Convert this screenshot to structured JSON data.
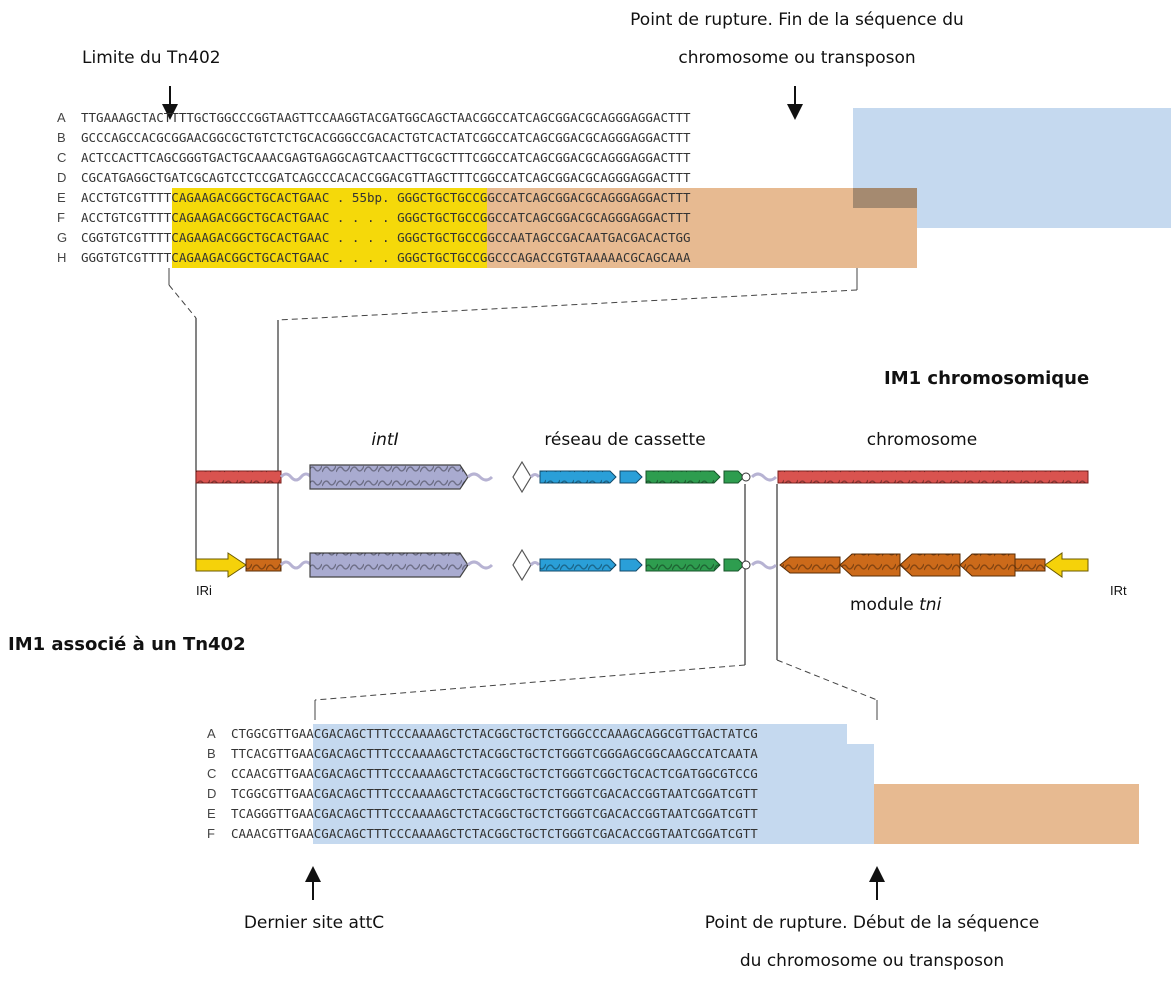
{
  "top_labels": {
    "tn402_limit": "Limite du Tn402",
    "breakpoint_end_line1": "Point de rupture. Fin de la séquence du",
    "breakpoint_end_line2": "chromosome ou transposon"
  },
  "top_alignment": {
    "rows": [
      {
        "label": "A",
        "seq": "TTGAAAGCTACTTTTGCTGGCCCGGTAAGTTCCAAGGTACGATGGCAGCTAACGGCCATCAGCGGACGCAGGGAGGACTTT"
      },
      {
        "label": "B",
        "seq": "GCCCAGCCACGCGGAACGGCGCTGTCTCTGCACGGGCCGACACTGTCACTATCGGCCATCAGCGGACGCAGGGAGGACTTT"
      },
      {
        "label": "C",
        "seq": "ACTCCACTTCAGCGGGTGACTGCAAACGAGTGAGGCAGTCAACTTGCGCTTTCGGCCATCAGCGGACGCAGGGAGGACTTT"
      },
      {
        "label": "D",
        "seq": "CGCATGAGGCTGATCGCAGTCCTCCGATCAGCCCACACCGGACGTTAGCTTTCGGCCATCAGCGGACGCAGGGAGGACTTT"
      },
      {
        "label": "E",
        "seq": "ACCTGTCGTTTTCAGAAGACGGCTGCACTGAAC . 55bp. GGGCTGCTGCCGGCCATCAGCGGACGCAGGGAGGACTTT"
      },
      {
        "label": "F",
        "seq": "ACCTGTCGTTTTCAGAAGACGGCTGCACTGAAC . . . . GGGCTGCTGCCGGCCATCAGCGGACGCAGGGAGGACTTT"
      },
      {
        "label": "G",
        "seq": "CGGTGTCGTTTTCAGAAGACGGCTGCACTGAAC . . . . GGGCTGCTGCCGGCCAATAGCCGACAATGACGACACTGG"
      },
      {
        "label": "H",
        "seq": "GGGTGTCGTTTTCAGAAGACGGCTGCACTGAAC . . . . GGGCTGCTGCCGGCCCAGACCGTGTAAAAACGCAGCAAA"
      }
    ]
  },
  "diagram": {
    "title_chromosomal": "IM1 chromosomique",
    "title_tn402": "IM1 associé à un Tn402",
    "label_intI": "intI",
    "label_cassette": "réseau de cassette",
    "label_chromosome": "chromosome",
    "label_module_prefix": "module ",
    "label_module_italic": "tni",
    "label_IRi": "IRi",
    "label_IRt": "IRt"
  },
  "bottom_alignment": {
    "rows": [
      {
        "label": "A",
        "seq": "CTGGCGTTGAACGACAGCTTTCCCAAAAGCTCTACGGCTGCTCTGGGCCCAAAGCAGGCGTTGACTATCG"
      },
      {
        "label": "B",
        "seq": "TTCACGTTGAACGACAGCTTTCCCAAAAGCTCTACGGCTGCTCTGGGTCGGGAGCGGCAAGCCATCAATA"
      },
      {
        "label": "C",
        "seq": "CCAACGTTGAACGACAGCTTTCCCAAAAGCTCTACGGCTGCTCTGGGTCGGCTGCACTCGATGGCGTCCG"
      },
      {
        "label": "D",
        "seq": "TCGGCGTTGAACGACAGCTTTCCCAAAAGCTCTACGGCTGCTCTGGGTCGACACCGGTAATCGGATCGTT"
      },
      {
        "label": "E",
        "seq": "TCAGGGTTGAACGACAGCTTTCCCAAAAGCTCTACGGCTGCTCTGGGTCGACACCGGTAATCGGATCGTT"
      },
      {
        "label": "F",
        "seq": "CAAACGTTGAACGACAGCTTTCCCAAAAGCTCTACGGCTGCTCTGGGTCGACACCGGTAATCGGATCGTT"
      }
    ]
  },
  "bottom_labels": {
    "last_attC": "Dernier site attC",
    "breakpoint_start_line1": "Point de rupture. Début de la séquence",
    "breakpoint_start_line2": "du chromosome ou transposon"
  },
  "colors": {
    "chromosome": "#d9534f",
    "intI": "#a9abd0",
    "cassette_blue": "#2a9fd8",
    "cassette_green": "#2e9d4f",
    "tni": "#cc6a1a",
    "ir": "#f5d20a",
    "seq_blue": "#c5d9ef",
    "seq_yellow": "#f5d90a",
    "seq_orange": "#e7ba91"
  }
}
